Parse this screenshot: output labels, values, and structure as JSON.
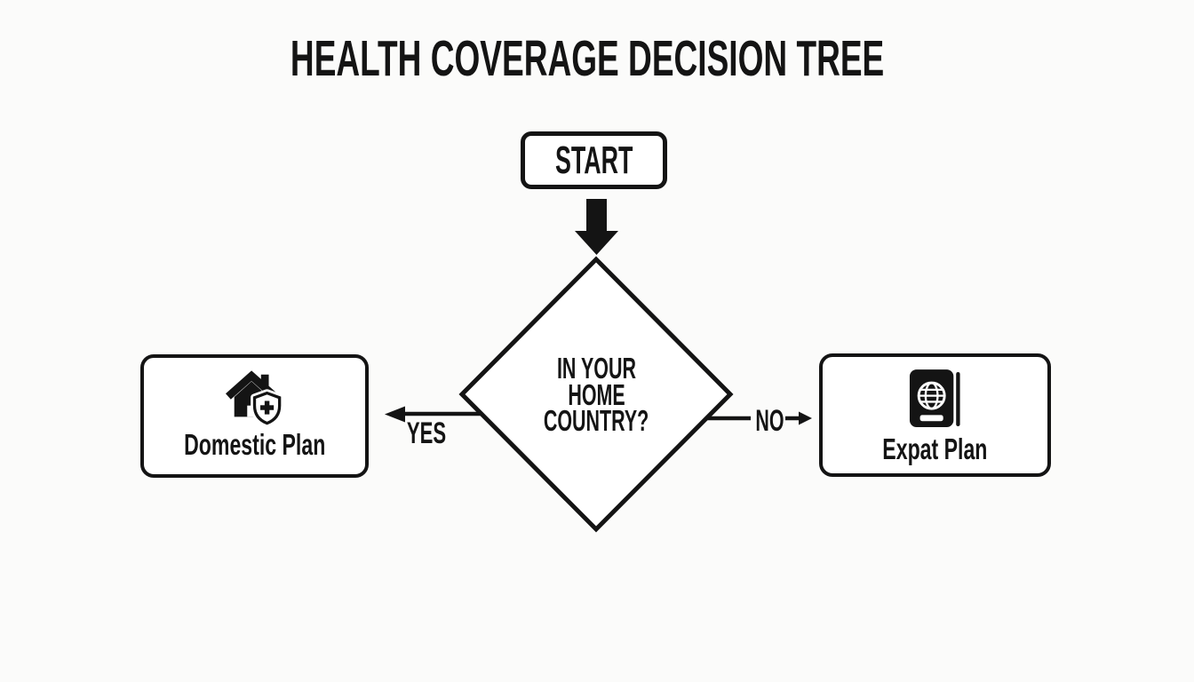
{
  "title": "HEALTH COVERAGE DECISION TREE",
  "nodes": {
    "start": {
      "label": "START"
    },
    "decision": {
      "line1": "IN YOUR",
      "line2": "HOME",
      "line3": "COUNTRY?"
    },
    "domestic": {
      "label": "Domestic Plan",
      "icon": "house-shield-plus-icon"
    },
    "expat": {
      "label": "Expat Plan",
      "icon": "passport-icon"
    }
  },
  "edges": {
    "yes": {
      "label": "YES"
    },
    "no": {
      "label": "NO"
    }
  },
  "colors": {
    "ink": "#141414",
    "background": "#fbfbfa",
    "node_fill": "#ffffff"
  }
}
